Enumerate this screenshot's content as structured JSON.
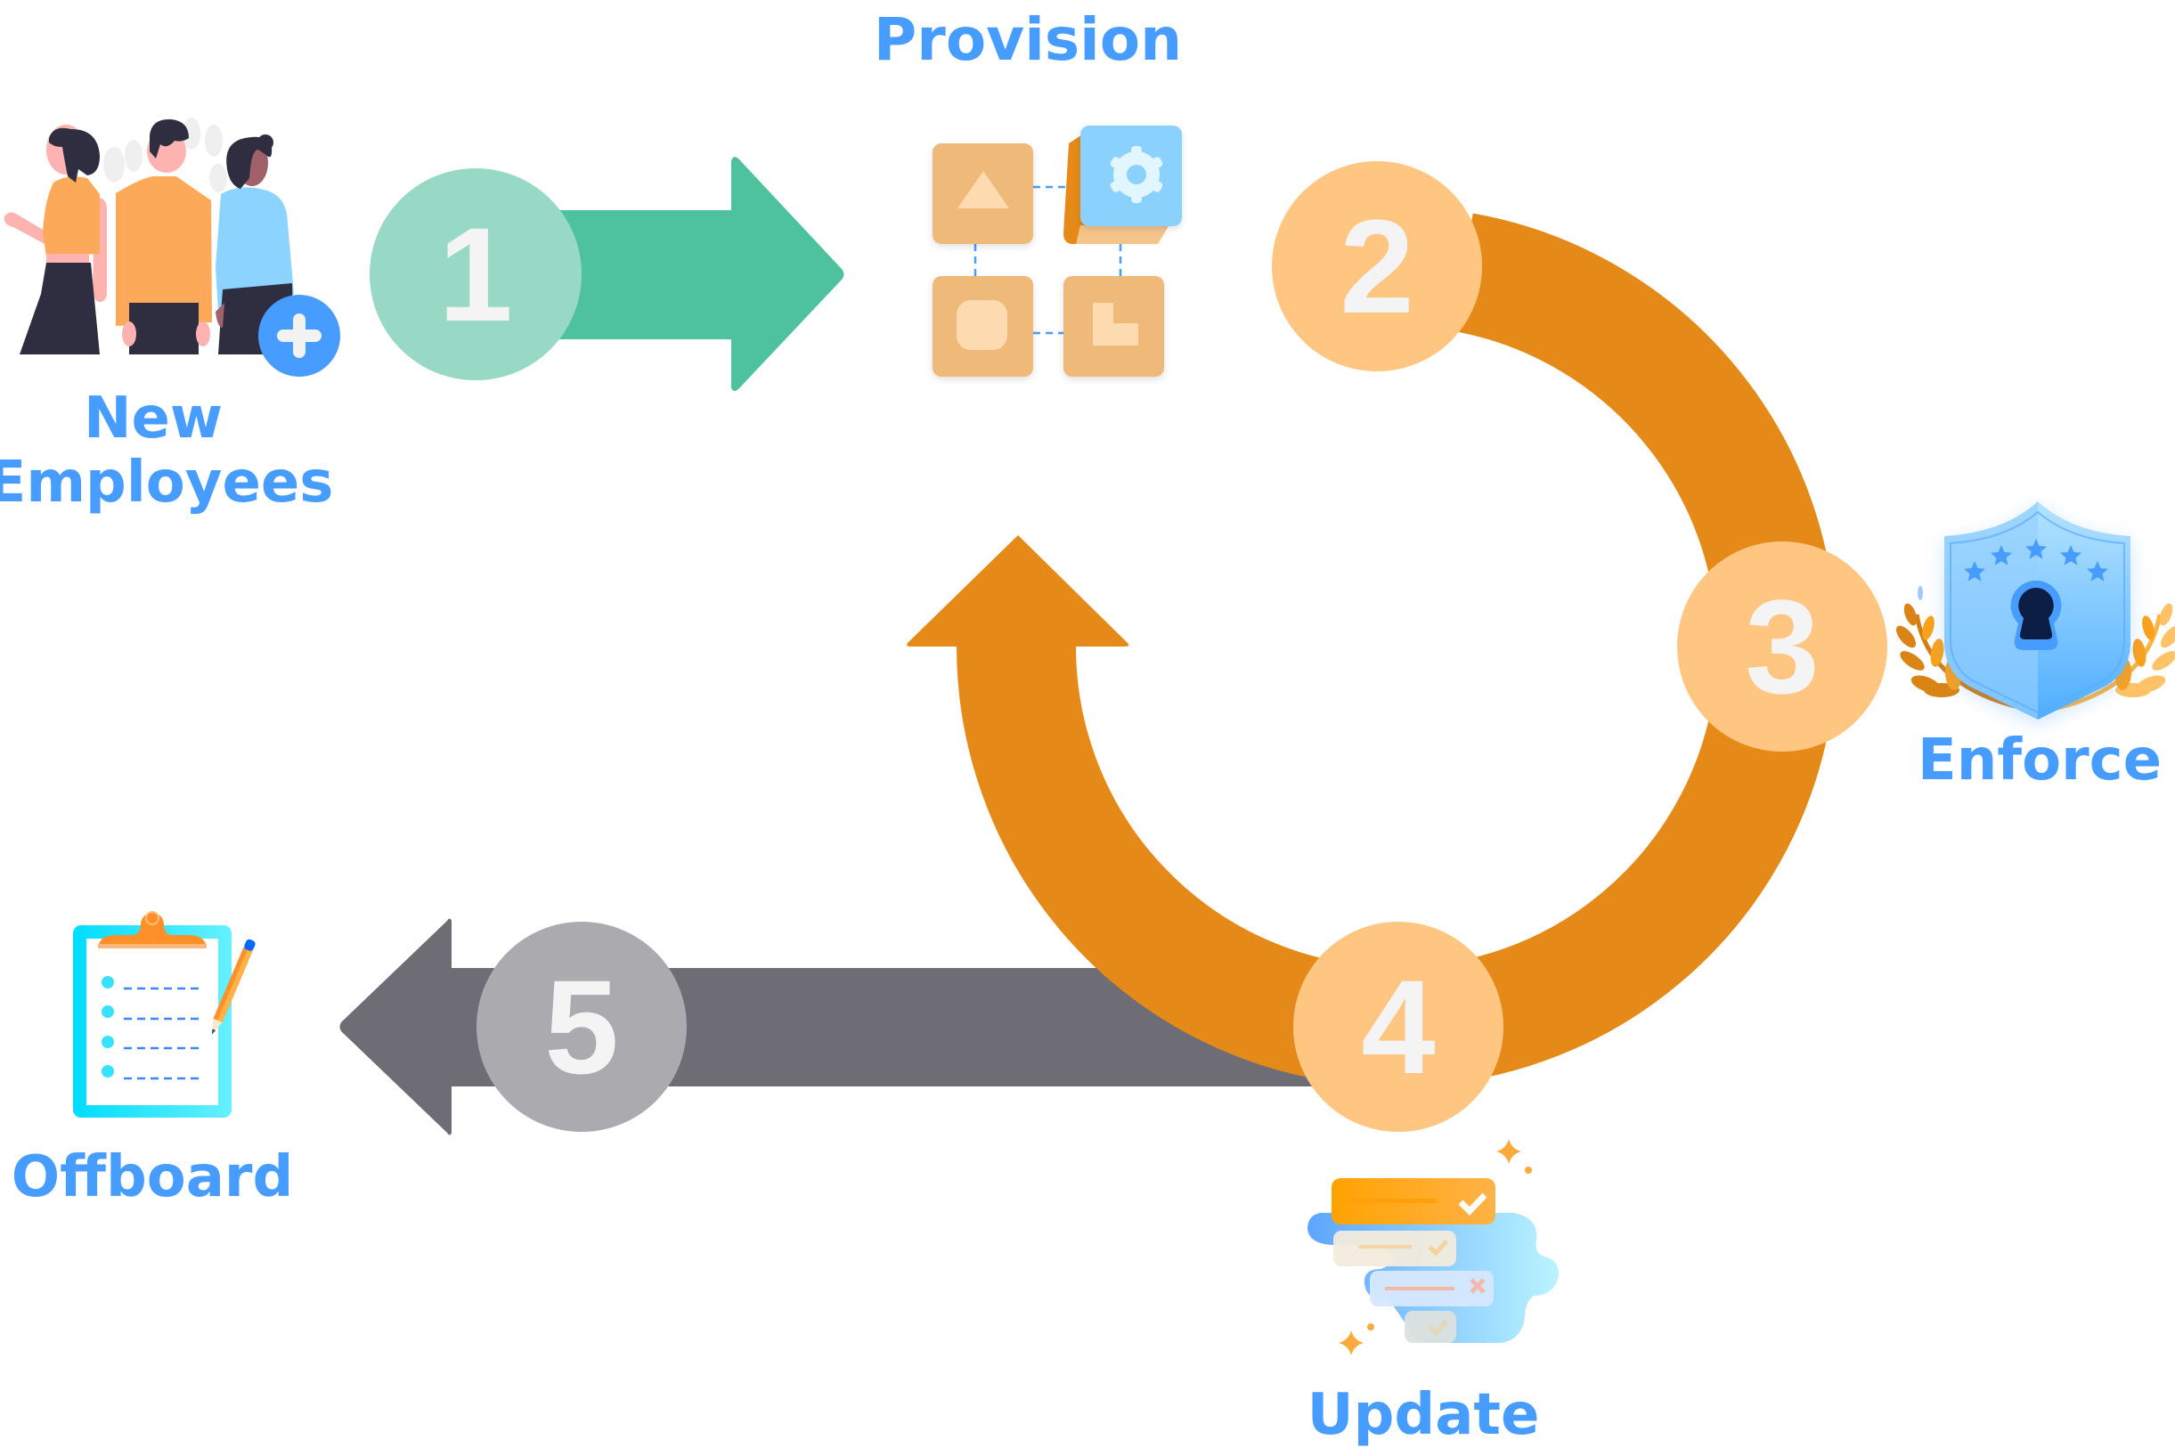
{
  "diagram": {
    "title": "Employee access lifecycle",
    "colors": {
      "label_blue": "#479CFF",
      "step1_circle": "#98D9C5",
      "step1_arrow": "#4EC19D",
      "loop_orange": "#E58A18",
      "loop_circle": "#FEC681",
      "step5_circle": "#AAAAAF",
      "step5_arrow": "#6E6D76",
      "number_text": "#F4F4F4"
    },
    "stages": [
      {
        "id": "new-employees",
        "label_lines": [
          "New",
          "Employees"
        ],
        "icon": "people-add-icon"
      },
      {
        "id": "provision",
        "label": "Provision",
        "icon": "app-tiles-gear-icon"
      },
      {
        "id": "enforce",
        "label": "Enforce",
        "icon": "shield-keyhole-icon"
      },
      {
        "id": "update",
        "label": "Update",
        "icon": "checklist-cards-icon"
      },
      {
        "id": "offboard",
        "label": "Offboard",
        "icon": "clipboard-checklist-icon"
      }
    ],
    "steps": [
      {
        "number": "1",
        "from": "New Employees",
        "to": "Provision"
      },
      {
        "number": "2",
        "stage": "Provision"
      },
      {
        "number": "3",
        "stage": "Enforce"
      },
      {
        "number": "4",
        "stage": "Update"
      },
      {
        "number": "5",
        "from": "Update",
        "to": "Offboard"
      }
    ]
  }
}
